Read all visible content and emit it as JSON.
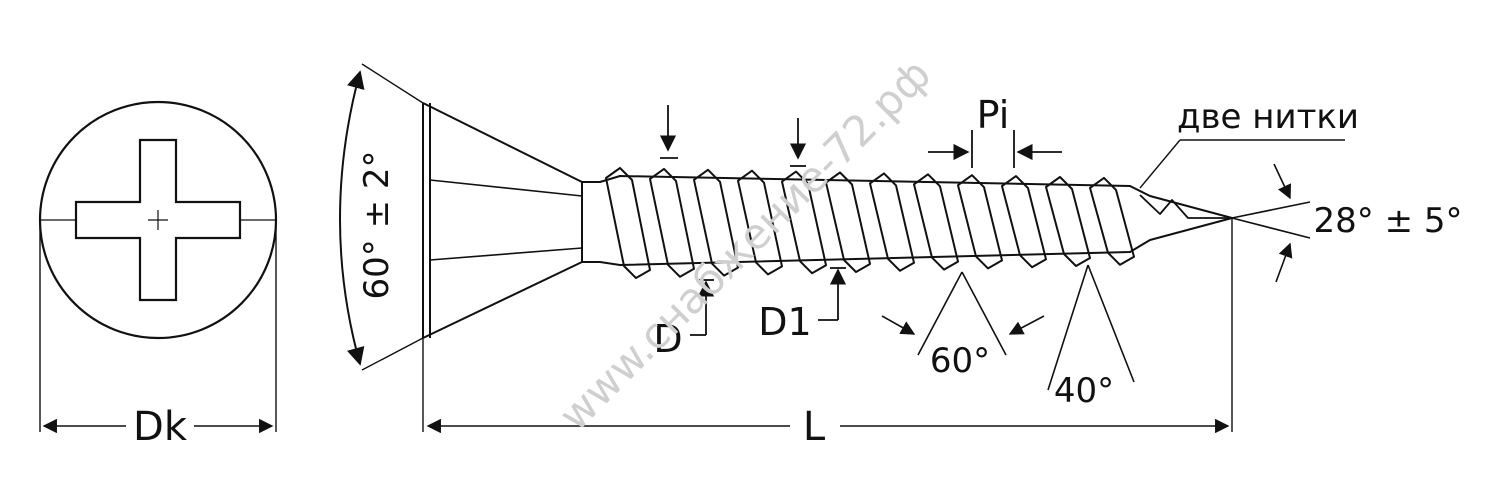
{
  "labels": {
    "dk": "Dk",
    "l": "L",
    "d": "D",
    "d1": "D1",
    "pi": "Pi",
    "head_angle": "60° ± 2°",
    "thread_angle": "60°",
    "tip_angle_40": "40°",
    "point_angle": "28° ± 5°",
    "two_threads": "две нитки"
  },
  "watermark": "www.снабжение-72.рф",
  "colors": {
    "line": "#111111",
    "watermark": "#cfcfcf",
    "background": "#ffffff"
  }
}
